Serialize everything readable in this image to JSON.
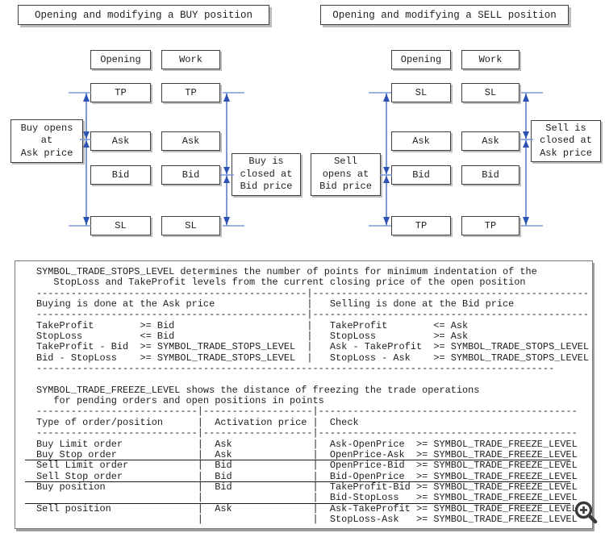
{
  "colors": {
    "arrow_line": "#7d99d6",
    "arrow_head": "#2d52b4",
    "box_border": "#404040",
    "box_shadow": "#bdbdbd",
    "text": "#212121",
    "rule": "#1a1a1a",
    "info_border": "#7a7a7a",
    "icon": "#3a3a3a"
  },
  "icons": {
    "zoom": "magnifier-zoom-in"
  },
  "diagrams": [
    {
      "title": "Opening and modifying a BUY position",
      "col_headers": [
        "Opening",
        "Work"
      ],
      "levels": [
        "TP",
        "Ask",
        "Bid",
        "SL"
      ],
      "open_label": "Buy opens\nat\nAsk price",
      "close_label": "Buy is\nclosed at\nBid price"
    },
    {
      "title": "Opening and modifying a SELL position",
      "col_headers": [
        "Opening",
        "Work"
      ],
      "levels": [
        "SL",
        "Ask",
        "Bid",
        "TP"
      ],
      "open_label": "Sell\nopens at\nBid price",
      "close_label": "Sell is\nclosed at\nAsk price"
    }
  ],
  "info_box": {
    "stops_level": {
      "title_lines": [
        "SYMBOL_TRADE_STOPS_LEVEL determines the number of points for minimum indentation of the",
        "   StopLoss and TakeProfit levels from the current closing price of the open position"
      ],
      "columns": [
        {
          "header": "Buying is done at the Ask price",
          "rows": [
            [
              "TakeProfit",
              ">=",
              "Bid"
            ],
            [
              "StopLoss",
              "<=",
              "Bid"
            ],
            [
              "TakeProfit - Bid",
              ">=",
              "SYMBOL_TRADE_STOPS_LEVEL"
            ],
            [
              "Bid - StopLoss",
              ">=",
              "SYMBOL_TRADE_STOPS_LEVEL"
            ]
          ]
        },
        {
          "header": "Selling is done at the Bid price",
          "rows": [
            [
              "TakeProfit",
              "<=",
              "Ask"
            ],
            [
              "StopLoss",
              ">=",
              "Ask"
            ],
            [
              "Ask - TakeProfit",
              ">=",
              "SYMBOL_TRADE_STOPS_LEVEL"
            ],
            [
              "StopLoss - Ask",
              ">=",
              "SYMBOL_TRADE_STOPS_LEVEL"
            ]
          ]
        }
      ]
    },
    "freeze_level": {
      "title_lines": [
        "SYMBOL_TRADE_FREEZE_LEVEL shows the distance of freezing the trade operations",
        "   for pending orders and open positions in points"
      ],
      "headers": [
        "Type of order/position",
        "Activation price",
        "Check"
      ],
      "rows": [
        [
          "Buy Limit order",
          "Ask",
          "Ask-OpenPrice",
          ">=",
          "SYMBOL_TRADE_FREEZE_LEVEL"
        ],
        [
          "Buy Stop order",
          "Ask",
          "OpenPrice-Ask",
          ">=",
          "SYMBOL_TRADE_FREEZE_LEVEL"
        ],
        [
          "Sell Limit order",
          "Bid",
          "OpenPrice-Bid",
          ">=",
          "SYMBOL_TRADE_FREEZE_LEVEL"
        ],
        [
          "Sell Stop order",
          "Bid",
          "Bid-OpenPrice",
          ">=",
          "SYMBOL_TRADE_FREEZE_LEVEL"
        ],
        [
          "Buy position",
          "Bid",
          "TakeProfit-Bid",
          ">=",
          "SYMBOL_TRADE_FREEZE_LEVEL"
        ],
        [
          "",
          "",
          "Bid-StopLoss",
          ">=",
          "SYMBOL_TRADE_FREEZE_LEVEL"
        ],
        [
          "Sell position",
          "Ask",
          "Ask-TakeProfit",
          ">=",
          "SYMBOL_TRADE_FREEZE_LEVEL"
        ],
        [
          "",
          "",
          "StopLoss-Ask",
          ">=",
          "SYMBOL_TRADE_FREEZE_LEVEL"
        ]
      ],
      "separators_after_rows": [
        1,
        3,
        5
      ]
    }
  }
}
